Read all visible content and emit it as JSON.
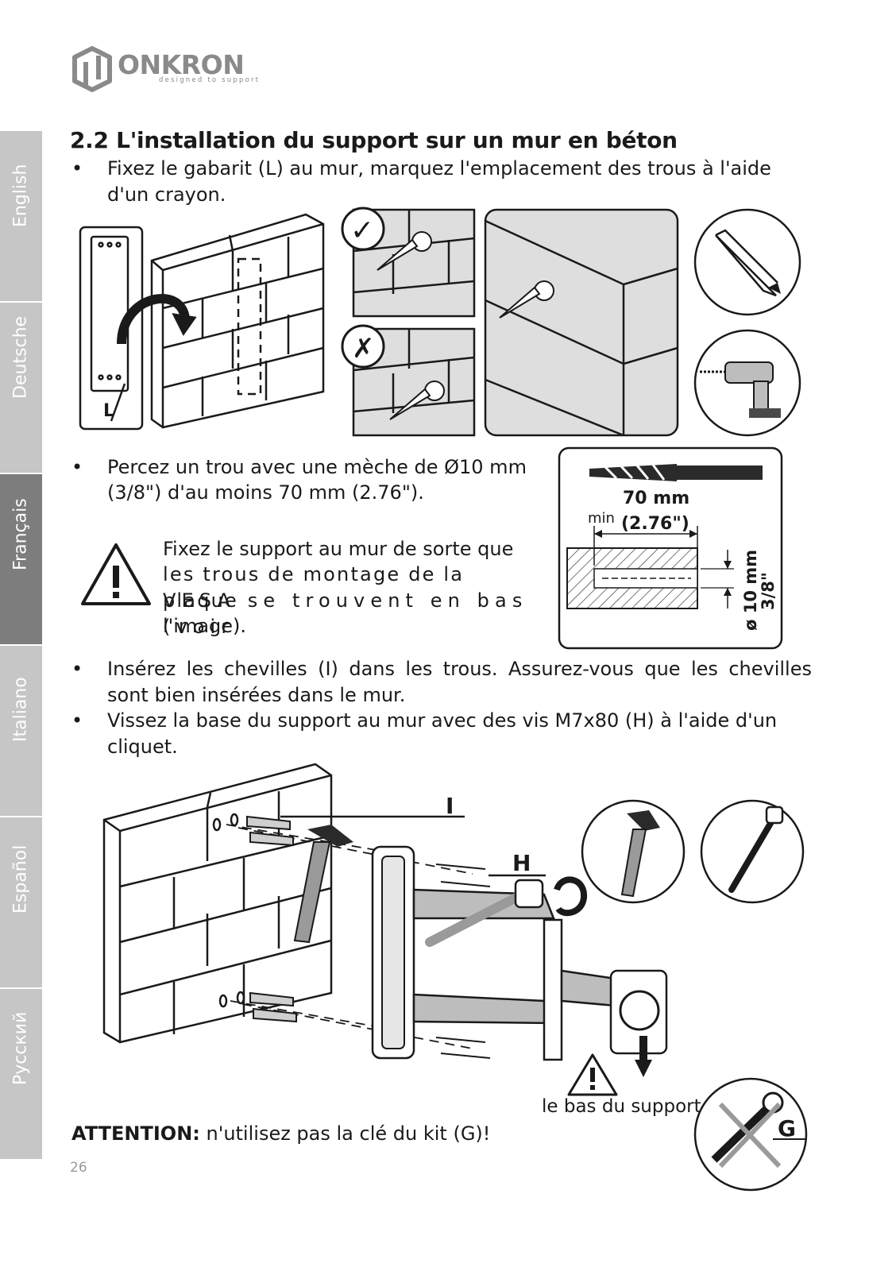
{
  "logo": {
    "word": "ONKRON",
    "tagline": "designed to support"
  },
  "languages": [
    {
      "label": "English",
      "active": false
    },
    {
      "label": "Deutsche",
      "active": false
    },
    {
      "label": "Français",
      "active": true
    },
    {
      "label": "Italiano",
      "active": false
    },
    {
      "label": "Español",
      "active": false
    },
    {
      "label": "Русский",
      "active": false
    }
  ],
  "section": {
    "title": "2.2 L'installation du support sur un mur en béton",
    "step1": "Fixez le gabarit (L) au mur, marquez l'emplacement des trous à l'aide d'un crayon.",
    "step2_line1": "Percez un trou avec une mèche de Ø10 mm",
    "step2_line2": "(3/8\") d'au moins 70 mm (2.76\").",
    "warning_lines": [
      "Fixez le support au mur de sorte que",
      "les trous de montage de la plaque",
      "VESA se trouvent en bas (voir",
      "l'image)."
    ],
    "step3": "Insérez les chevilles (I) dans les trous. Assurez-vous que les chevilles sont bien insérées dans le mur.",
    "step4": "Vissez la base du support au mur avec des vis M7x80 (H) à l'aide d'un cliquet.",
    "attention_label": "ATTENTION:",
    "attention_text": " n'utilisez pas la clé du kit (G)!"
  },
  "figure1": {
    "template_label": "L",
    "check_mark": "✓",
    "cross_mark": "✗"
  },
  "drill_figure": {
    "depth": "70 mm",
    "depth_inch": "(2.76\")",
    "min_label": "min",
    "diameter": "ø 10 mm",
    "diameter_inch": "3/8\""
  },
  "figure2": {
    "label_I": "I",
    "label_H": "H",
    "label_G": "G",
    "bottom_label": "le bas du support"
  },
  "page_number": "26"
}
